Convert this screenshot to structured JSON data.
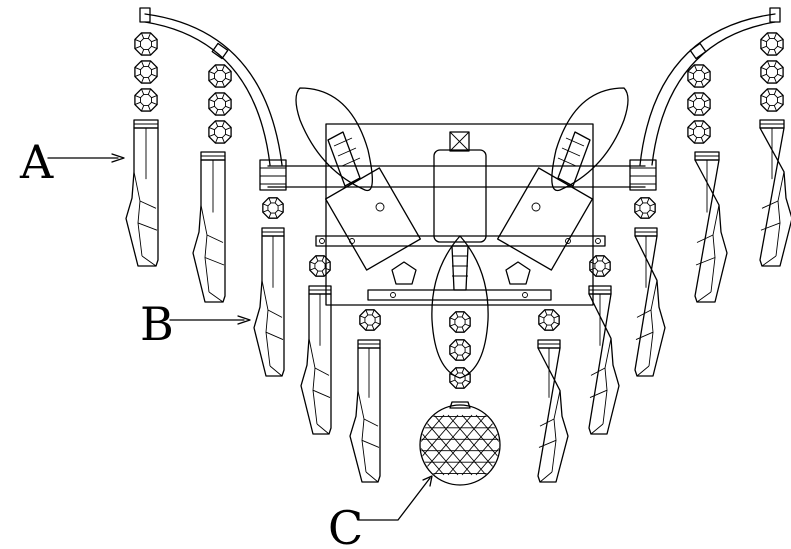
{
  "diagram": {
    "labels": [
      {
        "id": "A",
        "text": "A"
      },
      {
        "id": "B",
        "text": "B"
      },
      {
        "id": "C",
        "text": "C"
      }
    ],
    "stroke_color": "#000000",
    "background_color": "#ffffff"
  }
}
